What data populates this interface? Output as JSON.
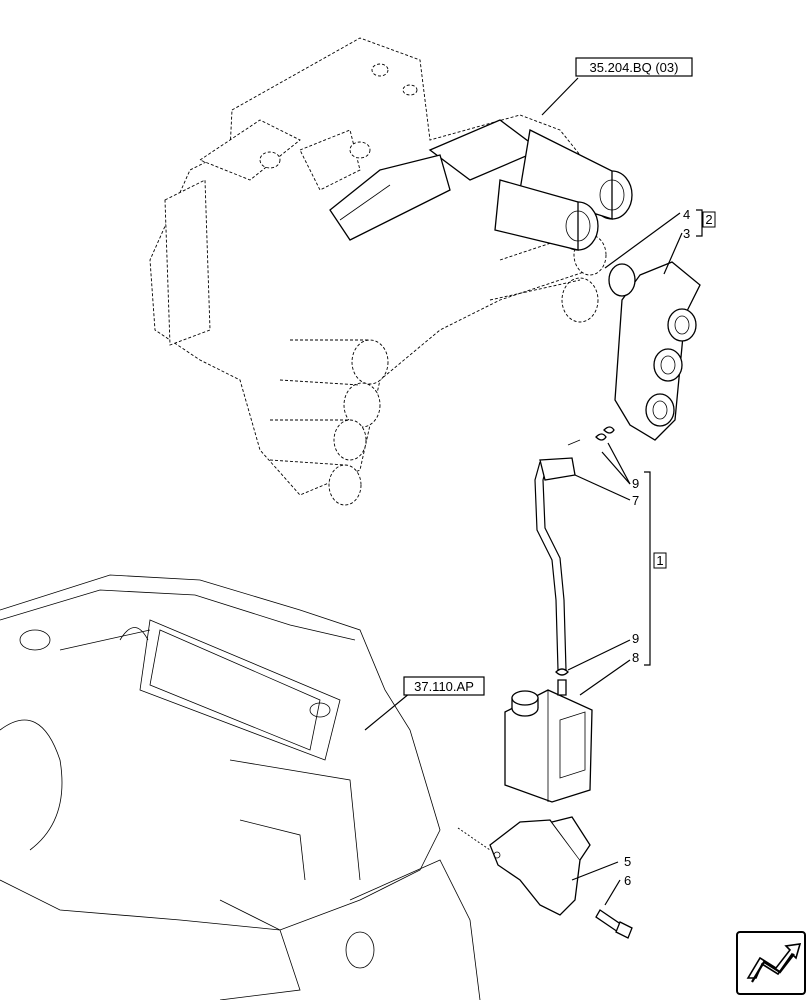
{
  "diagram": {
    "references": {
      "valve_ref": "35.204.BQ (03)",
      "housing_ref": "37.110.AP"
    },
    "callouts": {
      "item_4": "4",
      "item_3": "3",
      "item_2": "2",
      "item_9_top": "9",
      "item_7": "7",
      "item_1": "1",
      "item_9_bottom": "9",
      "item_8": "8",
      "item_5": "5",
      "item_6": "6"
    },
    "nav_icon": "next-page-arrow-icon"
  }
}
